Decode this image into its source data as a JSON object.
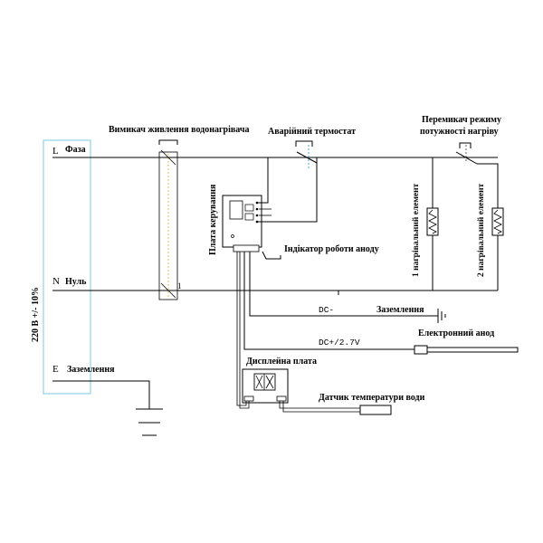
{
  "labels": {
    "supply_voltage": "220 В +/- 10%",
    "phase_letter": "L",
    "phase_label": "Фаза",
    "neutral_letter": "N",
    "neutral_label": "Нуль",
    "earth_letter": "E",
    "earth_label": "Заземлення",
    "main_switch": "Вимикач живлення водонагрівача",
    "emergency_thermostat": "Аварійний термостат",
    "mode_switch_line1": "Перемикач режиму",
    "mode_switch_line2": "потужності нагріву",
    "control_board": "Плата керування",
    "anode_indicator": "Індікатор роботи аноду",
    "heater1": "1 нагрівальний елемент",
    "heater2": "2 нагрівальний елемент",
    "dc_minus": "DC-",
    "ground": "Заземлення",
    "dc_plus": "DC+/2.7V",
    "electronic_anode": "Електронний анод",
    "display_board": "Дисплейна плата",
    "temp_sensor": "Датчик температури води",
    "main_switch_terminal": "1"
  },
  "colors": {
    "wire": "#000000",
    "supply_box": "#8fd3e8",
    "switch_dash": "#e6c34a",
    "thermostat_dash": "#3fa9d6"
  }
}
